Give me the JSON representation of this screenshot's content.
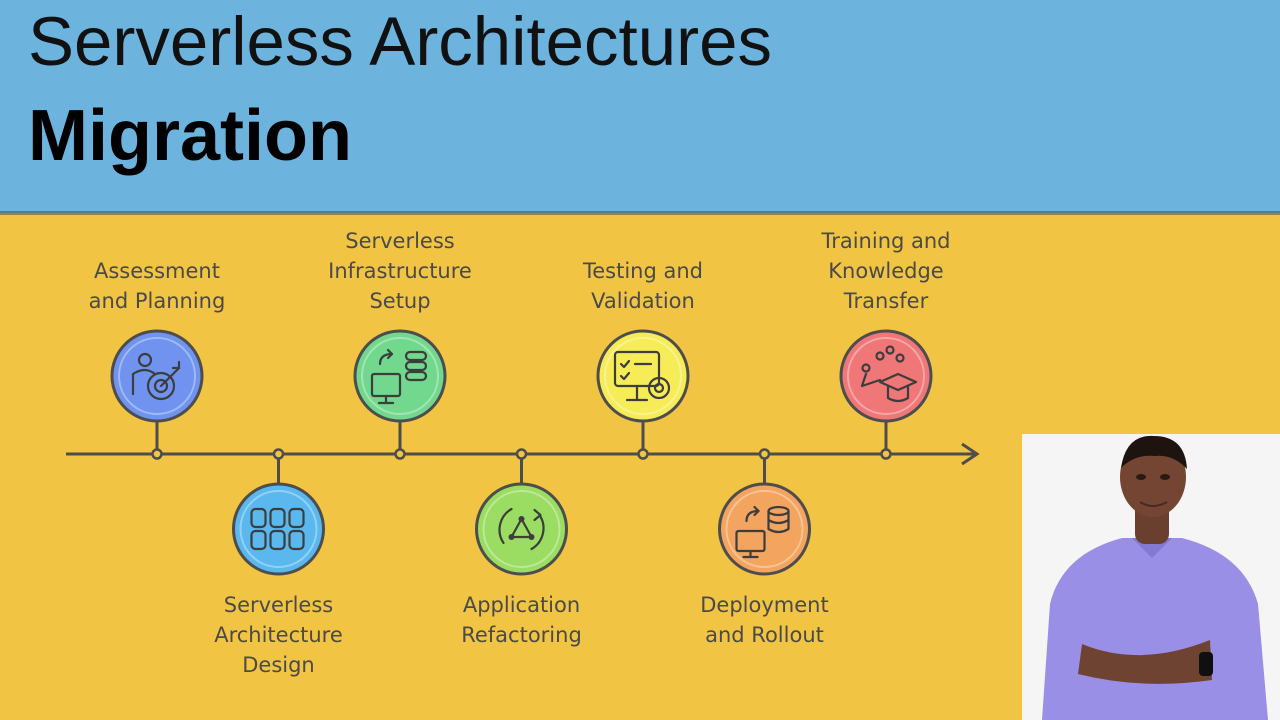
{
  "header": {
    "title_line1": "Serverless Architectures",
    "title_line2": "Migration"
  },
  "steps": [
    {
      "id": "assessment",
      "lines": [
        "Assessment",
        "and Planning"
      ],
      "color": "#6f93ef",
      "icon": "target-person-icon",
      "position": "above"
    },
    {
      "id": "design",
      "lines": [
        "Serverless",
        "Architecture",
        "Design"
      ],
      "color": "#5ab8ee",
      "icon": "server-grid-icon",
      "position": "below"
    },
    {
      "id": "infrastructure",
      "lines": [
        "Serverless",
        "Infrastructure",
        "Setup"
      ],
      "color": "#71d88d",
      "icon": "monitor-sync-icon",
      "position": "above"
    },
    {
      "id": "refactoring",
      "lines": [
        "Application",
        "Refactoring"
      ],
      "color": "#9bdc63",
      "icon": "refactor-cycle-icon",
      "position": "below"
    },
    {
      "id": "testing",
      "lines": [
        "Testing and",
        "Validation"
      ],
      "color": "#f6ec57",
      "icon": "checklist-gear-icon",
      "position": "above"
    },
    {
      "id": "deployment",
      "lines": [
        "Deployment",
        "and Rollout"
      ],
      "color": "#f3a45e",
      "icon": "deploy-database-icon",
      "position": "below"
    },
    {
      "id": "training",
      "lines": [
        "Training and",
        "Knowledge",
        "Transfer"
      ],
      "color": "#ef7778",
      "icon": "graduation-cap-icon",
      "position": "above"
    }
  ],
  "colors": {
    "header_bg": "#6cb3de",
    "body_bg": "#f2c443",
    "line": "#4d4d4d"
  }
}
